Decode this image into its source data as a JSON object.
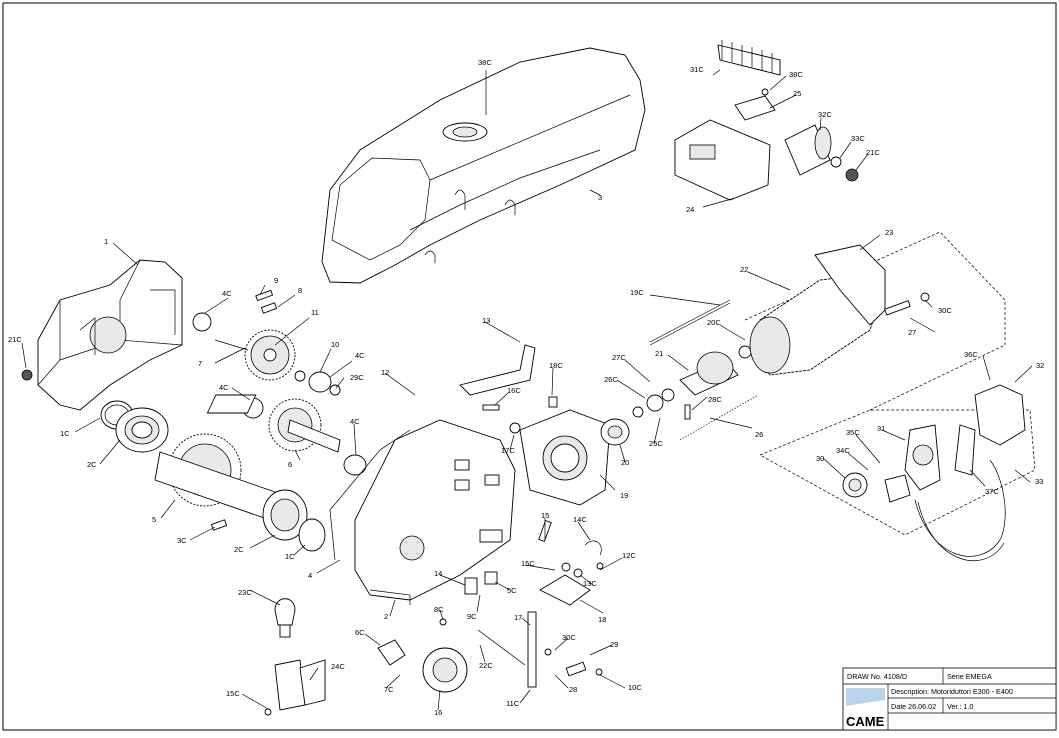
{
  "title_block": {
    "draw_no": "DRAW No. 4108/D",
    "serie": "Serie EMEGA",
    "description": "Description: Motoriduttori E300 - E400",
    "date": "Date 26.06.02",
    "ver": "Ver.: 1.0",
    "logo": "CAME"
  },
  "callouts": [
    {
      "id": "c38C-top",
      "text": "38C"
    },
    {
      "id": "c3",
      "text": "3"
    },
    {
      "id": "c31C",
      "text": "31C"
    },
    {
      "id": "c38C-r",
      "text": "38C"
    },
    {
      "id": "c25",
      "text": "25"
    },
    {
      "id": "c32C",
      "text": "32C"
    },
    {
      "id": "c33C",
      "text": "33C"
    },
    {
      "id": "c21C-r",
      "text": "21C"
    },
    {
      "id": "c24",
      "text": "24"
    },
    {
      "id": "c23",
      "text": "23"
    },
    {
      "id": "c22",
      "text": "22"
    },
    {
      "id": "c19C",
      "text": "19C"
    },
    {
      "id": "c20C",
      "text": "20C"
    },
    {
      "id": "c30C-r",
      "text": "30C"
    },
    {
      "id": "c27",
      "text": "27"
    },
    {
      "id": "c1",
      "text": "1"
    },
    {
      "id": "c21C-l",
      "text": "21C"
    },
    {
      "id": "c4C-a",
      "text": "4C"
    },
    {
      "id": "c9",
      "text": "9"
    },
    {
      "id": "c8",
      "text": "8"
    },
    {
      "id": "c11",
      "text": "11"
    },
    {
      "id": "c7",
      "text": "7"
    },
    {
      "id": "c10",
      "text": "10"
    },
    {
      "id": "c4C-b",
      "text": "4C"
    },
    {
      "id": "c29C",
      "text": "29C"
    },
    {
      "id": "c4C-c",
      "text": "4C"
    },
    {
      "id": "c1C",
      "text": "1C"
    },
    {
      "id": "c2C-a",
      "text": "2C"
    },
    {
      "id": "c6",
      "text": "6"
    },
    {
      "id": "c4C-d",
      "text": "4C"
    },
    {
      "id": "c5",
      "text": "5"
    },
    {
      "id": "c3C",
      "text": "3C"
    },
    {
      "id": "c2C-b",
      "text": "2C"
    },
    {
      "id": "c1C-b",
      "text": "1C"
    },
    {
      "id": "c13",
      "text": "13"
    },
    {
      "id": "c18C",
      "text": "18C"
    },
    {
      "id": "c12",
      "text": "12"
    },
    {
      "id": "c16C",
      "text": "16C"
    },
    {
      "id": "c17C",
      "text": "17C"
    },
    {
      "id": "c21",
      "text": "21"
    },
    {
      "id": "c27C",
      "text": "27C"
    },
    {
      "id": "c26C",
      "text": "26C"
    },
    {
      "id": "c25C",
      "text": "25C"
    },
    {
      "id": "c28C",
      "text": "28C"
    },
    {
      "id": "c20",
      "text": "20"
    },
    {
      "id": "c26",
      "text": "26"
    },
    {
      "id": "c19",
      "text": "19"
    },
    {
      "id": "c36C",
      "text": "36C"
    },
    {
      "id": "c32",
      "text": "32"
    },
    {
      "id": "c35C",
      "text": "35C"
    },
    {
      "id": "c31",
      "text": "31"
    },
    {
      "id": "c34C",
      "text": "34C"
    },
    {
      "id": "c30",
      "text": "30"
    },
    {
      "id": "c37C",
      "text": "37C"
    },
    {
      "id": "c33",
      "text": "33"
    },
    {
      "id": "c4",
      "text": "4"
    },
    {
      "id": "c15",
      "text": "15"
    },
    {
      "id": "c14C",
      "text": "14C"
    },
    {
      "id": "c15C",
      "text": "15C"
    },
    {
      "id": "c13C",
      "text": "13C"
    },
    {
      "id": "c12C",
      "text": "12C"
    },
    {
      "id": "c14",
      "text": "14"
    },
    {
      "id": "c5C",
      "text": "5C"
    },
    {
      "id": "c9C",
      "text": "9C"
    },
    {
      "id": "c18",
      "text": "18"
    },
    {
      "id": "c2",
      "text": "2"
    },
    {
      "id": "c23C",
      "text": "23C"
    },
    {
      "id": "c8C",
      "text": "8C"
    },
    {
      "id": "c6C",
      "text": "6C"
    },
    {
      "id": "c7C",
      "text": "7C"
    },
    {
      "id": "c22C",
      "text": "22C"
    },
    {
      "id": "c17",
      "text": "17"
    },
    {
      "id": "c30C-b",
      "text": "30C"
    },
    {
      "id": "c29",
      "text": "29"
    },
    {
      "id": "c28",
      "text": "28"
    },
    {
      "id": "c10C",
      "text": "10C"
    },
    {
      "id": "c11C",
      "text": "11C"
    },
    {
      "id": "c24C",
      "text": "24C"
    },
    {
      "id": "c15C-b",
      "text": "15C"
    },
    {
      "id": "c16",
      "text": "16"
    }
  ]
}
